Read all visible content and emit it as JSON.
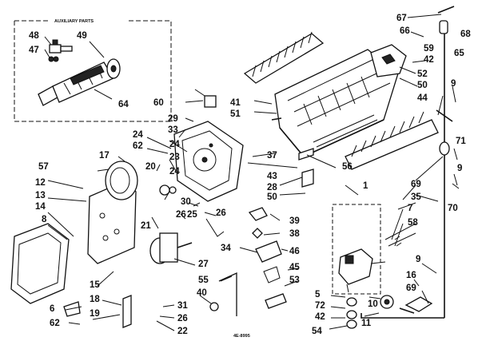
{
  "diagram": {
    "inset_title": "AUXILIARY PARTS",
    "drawing_code": "4E-8995",
    "part_labels": [
      {
        "id": "p48",
        "text": "48"
      },
      {
        "id": "p49",
        "text": "49"
      },
      {
        "id": "p47",
        "text": "47"
      },
      {
        "id": "p64",
        "text": "64"
      },
      {
        "id": "p60",
        "text": "60"
      },
      {
        "id": "p29",
        "text": "29"
      },
      {
        "id": "p33",
        "text": "33"
      },
      {
        "id": "p41",
        "text": "41"
      },
      {
        "id": "p51",
        "text": "51"
      },
      {
        "id": "p67",
        "text": "67"
      },
      {
        "id": "p66",
        "text": "66"
      },
      {
        "id": "p68",
        "text": "68"
      },
      {
        "id": "p59",
        "text": "59"
      },
      {
        "id": "p42a",
        "text": "42"
      },
      {
        "id": "p65",
        "text": "65"
      },
      {
        "id": "p52",
        "text": "52"
      },
      {
        "id": "p50a",
        "text": "50"
      },
      {
        "id": "p9a",
        "text": "9"
      },
      {
        "id": "p44",
        "text": "44"
      },
      {
        "id": "p71",
        "text": "71"
      },
      {
        "id": "p9b",
        "text": "9"
      },
      {
        "id": "p24a",
        "text": "24"
      },
      {
        "id": "p62a",
        "text": "62"
      },
      {
        "id": "p17",
        "text": "17"
      },
      {
        "id": "p20",
        "text": "20"
      },
      {
        "id": "p57",
        "text": "57"
      },
      {
        "id": "p24b",
        "text": "24"
      },
      {
        "id": "p23",
        "text": "23"
      },
      {
        "id": "p37",
        "text": "37"
      },
      {
        "id": "p56",
        "text": "56"
      },
      {
        "id": "p43",
        "text": "43"
      },
      {
        "id": "p28",
        "text": "28"
      },
      {
        "id": "p50b",
        "text": "50"
      },
      {
        "id": "p1",
        "text": "1"
      },
      {
        "id": "p69a",
        "text": "69"
      },
      {
        "id": "p35",
        "text": "35"
      },
      {
        "id": "p70",
        "text": "70"
      },
      {
        "id": "p12",
        "text": "12"
      },
      {
        "id": "p13",
        "text": "13"
      },
      {
        "id": "p14",
        "text": "14"
      },
      {
        "id": "p8",
        "text": "8"
      },
      {
        "id": "p24c",
        "text": "24"
      },
      {
        "id": "p30",
        "text": "30"
      },
      {
        "id": "p26a",
        "text": "26"
      },
      {
        "id": "p25",
        "text": "25"
      },
      {
        "id": "p26b",
        "text": "26"
      },
      {
        "id": "p21",
        "text": "21"
      },
      {
        "id": "p39",
        "text": "39"
      },
      {
        "id": "p38",
        "text": "38"
      },
      {
        "id": "p7",
        "text": "7"
      },
      {
        "id": "p58",
        "text": "58"
      },
      {
        "id": "p34",
        "text": "34"
      },
      {
        "id": "p46",
        "text": "46"
      },
      {
        "id": "p27",
        "text": "27"
      },
      {
        "id": "p15",
        "text": "15"
      },
      {
        "id": "p55",
        "text": "55"
      },
      {
        "id": "p45",
        "text": "45"
      },
      {
        "id": "p53",
        "text": "53"
      },
      {
        "id": "p9c",
        "text": "9"
      },
      {
        "id": "p16",
        "text": "16"
      },
      {
        "id": "p69b",
        "text": "69"
      },
      {
        "id": "p18",
        "text": "18"
      },
      {
        "id": "p40",
        "text": "40"
      },
      {
        "id": "p5",
        "text": "5"
      },
      {
        "id": "p72",
        "text": "72"
      },
      {
        "id": "p42b",
        "text": "42"
      },
      {
        "id": "p10",
        "text": "10"
      },
      {
        "id": "p11",
        "text": "11"
      },
      {
        "id": "p6",
        "text": "6"
      },
      {
        "id": "p19",
        "text": "19"
      },
      {
        "id": "p31",
        "text": "31"
      },
      {
        "id": "p26c",
        "text": "26"
      },
      {
        "id": "p62b",
        "text": "62"
      },
      {
        "id": "p22",
        "text": "22"
      },
      {
        "id": "p54",
        "text": "54"
      }
    ]
  }
}
